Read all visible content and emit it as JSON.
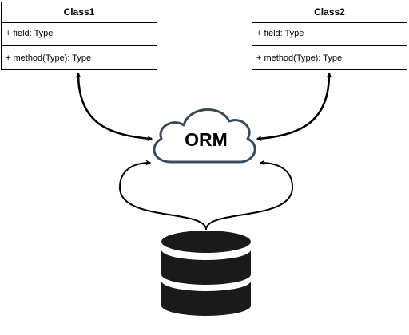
{
  "classes": [
    {
      "title": "Class1",
      "field": "+ field: Type",
      "method": "+ method(Type): Type"
    },
    {
      "title": "Class2",
      "field": "+ field: Type",
      "method": "+ method(Type): Type"
    }
  ],
  "orm": {
    "label": "ORM"
  },
  "colors": {
    "cloud_stroke": "#3b4a5a",
    "arrows": "#000000",
    "database": "#1a1a1a"
  },
  "icons": {
    "cloud": "cloud-icon",
    "database": "database-icon"
  }
}
